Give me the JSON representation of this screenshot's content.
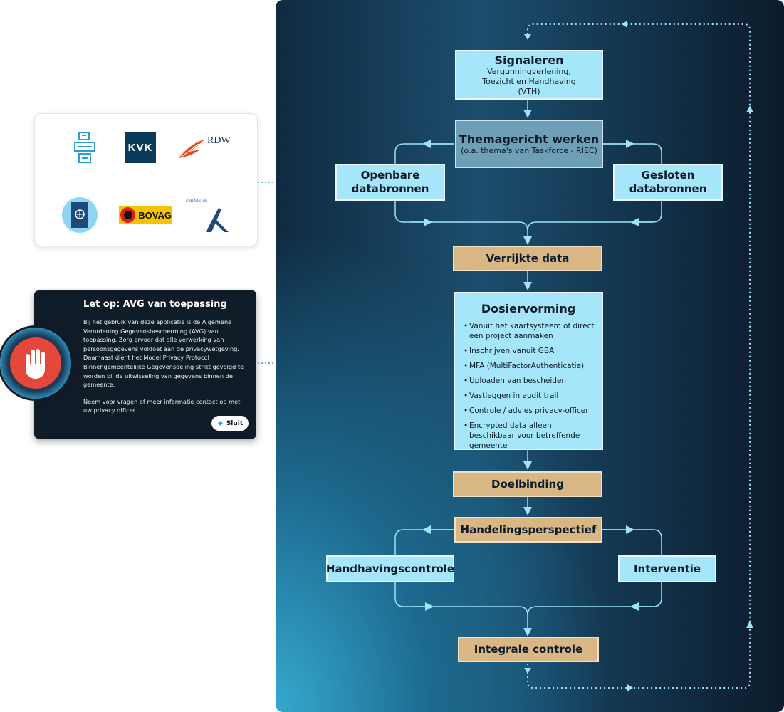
{
  "logos": {
    "rdw": "RDW",
    "kvk": "KVK",
    "bovag": "BOVAG",
    "kadaster": "kadaster"
  },
  "warning": {
    "title": "Let op: AVG van toepassing",
    "paragraph1": "Bij het gebruik van deze applicatie is de Algemene Verordening Gegevensbescherming (AVG) van toepassing. Zorg ervoor dat alle verwerking van persoonsgegevens voldoet aan de privacywetgeving. Daarnaast dient het Model Privacy Protocol Binnengemeentelijke Gegevensdeling strikt gevolgd te worden bij de uitwisseling van gegevens binnen de gemeente.",
    "paragraph2": "Neem voor vragen of meer informatie contact op met uw privacy officer",
    "close_label": "Sluit"
  },
  "flow": {
    "signaleren": {
      "title": "Signaleren",
      "subtitle": "Vergunningverlening, Toezicht en Handhaving (VTH)"
    },
    "themagericht": {
      "title": "Themagericht werken",
      "subtitle": "(o.a. thema's van Taskforce - RIEC)"
    },
    "openbare": "Openbare databronnen",
    "gesloten": "Gesloten databronnen",
    "verrijkte": "Verrijkte data",
    "dosier": {
      "title": "Dosiervorming",
      "items": [
        "Vanuit het kaartsysteem of direct een project aanmaken",
        "Inschrijven vanuit GBA",
        "MFA (MultiFactorAuthenticatie)",
        "Uploaden van bescheiden",
        "Vastleggen in audit trail",
        "Controle / advies privacy-officer",
        "Encrypted data alleen beschikbaar voor betreffende gemeente"
      ]
    },
    "doelbinding": "Doelbinding",
    "handelings": "Handelingsperspectief",
    "handhaving": "Handhavingscontrole",
    "interventie": "Interventie",
    "integrale": "Integrale controle"
  },
  "colors": {
    "light_box": "#a6e6fa",
    "gold_box": "#d8b785",
    "steel_box": "#6f9fb6",
    "wire": "#9fe3f8",
    "stop_red": "#e5473b"
  }
}
